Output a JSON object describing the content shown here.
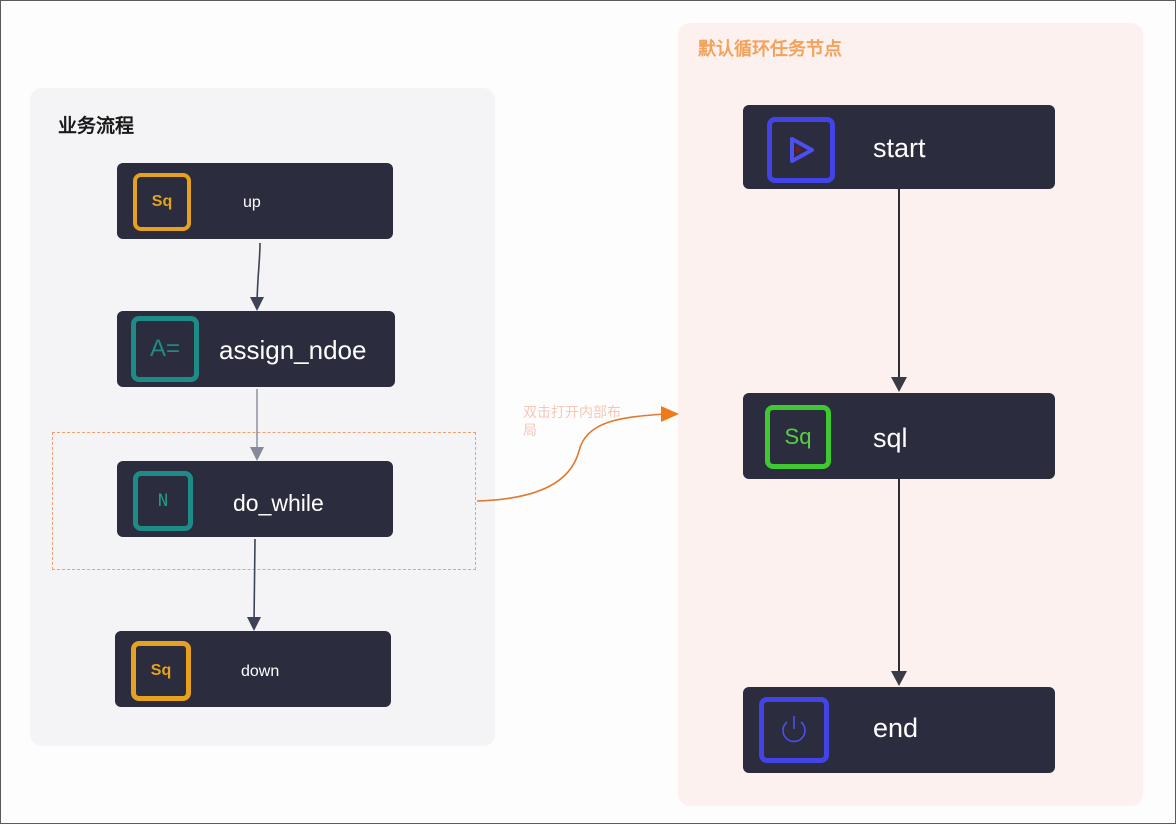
{
  "left_panel": {
    "title": "业务流程",
    "nodes": [
      {
        "id": "up",
        "label": "up",
        "icon": "sql-icon",
        "icon_text": "Sq",
        "accent": "#e6a11f"
      },
      {
        "id": "assign_ndoe",
        "label": "assign_ndoe",
        "icon": "assign-icon",
        "icon_text": "A=",
        "accent": "#1e8c86"
      },
      {
        "id": "do_while",
        "label": "do_while",
        "icon": "loop-node-icon",
        "icon_text": "N",
        "accent": "#1e8c86"
      },
      {
        "id": "down",
        "label": "down",
        "icon": "sql-icon",
        "icon_text": "Sq",
        "accent": "#e6a11f"
      }
    ],
    "edges": [
      {
        "from": "up",
        "to": "assign_ndoe"
      },
      {
        "from": "assign_ndoe",
        "to": "do_while"
      },
      {
        "from": "do_while",
        "to": "down"
      }
    ]
  },
  "right_panel": {
    "title": "默认循环任务节点",
    "nodes": [
      {
        "id": "start",
        "label": "start",
        "icon": "play-icon",
        "icon_text": "",
        "accent": "#4344e8"
      },
      {
        "id": "sql",
        "label": "sql",
        "icon": "sql-icon",
        "icon_text": "Sq",
        "accent": "#3dc92f"
      },
      {
        "id": "end",
        "label": "end",
        "icon": "power-icon",
        "icon_text": "",
        "accent": "#4344e8"
      }
    ],
    "edges": [
      {
        "from": "start",
        "to": "sql"
      },
      {
        "from": "sql",
        "to": "end"
      }
    ]
  },
  "annotation": {
    "hint": "双击打开内部布局",
    "highlight_color": "#f07a2a"
  }
}
